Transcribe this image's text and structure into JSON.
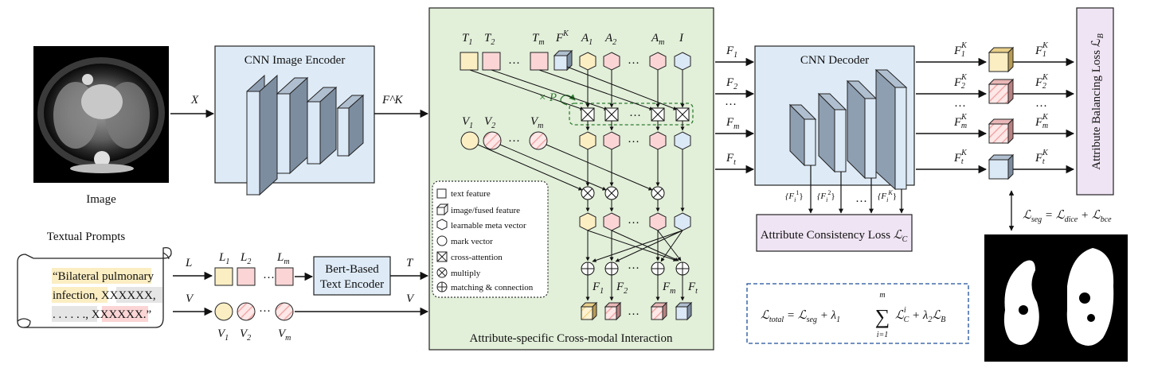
{
  "colors": {
    "encoder_bg": "#deebf7",
    "interaction_bg": "#e2efd9",
    "decoder_bg": "#deebf7",
    "loss_bg": "#efe4f3",
    "text_highlight": "#fbeec3",
    "gray_highlight": "#e5e5e5",
    "pink_highlight": "#fbd5d5",
    "yellow_token": "#fbeec3",
    "pink_token": "#fbd5d5",
    "blue_token": "#dbe8f6",
    "legend_dash": "#1f4e9b",
    "module_border": "#222222",
    "attention_dash": "#2e7d32"
  },
  "input": {
    "caption": "Image",
    "x_label": "X",
    "fk_label": "F^K"
  },
  "encoder": {
    "title": "CNN Image Encoder"
  },
  "prompts": {
    "title": "Textual Prompts",
    "line1": "“Bilateral pulmonary",
    "line2a": "infection",
    "line2b": ", ",
    "line2c": "XXXXXX",
    "line2d": ",",
    "line3a": ". . . . . .",
    "line3b": ", ",
    "line3c": "XXXXXX",
    "line3d": ".”",
    "l_label": "L",
    "v_label": "V"
  },
  "text_encoder": {
    "line1": "Bert-Based",
    "line2": "Text Encoder",
    "t_label": "T",
    "v_label": "V"
  },
  "lvec": [
    "L",
    "L",
    "L"
  ],
  "lvec_sub": [
    "1",
    "2",
    "m"
  ],
  "vvec_sub": [
    "1",
    "2",
    "m"
  ],
  "interaction": {
    "title": "Attribute-specific Cross-modal Interaction",
    "top_tokens": [
      "T",
      "T",
      "T",
      "F",
      "A",
      "A",
      "A",
      "I"
    ],
    "top_subs": [
      "1",
      "2",
      "m",
      "",
      "1",
      "2",
      "m",
      ""
    ],
    "fk_sup": "K",
    "x_p": "× P",
    "v_tokens": [
      "V",
      "V",
      "V"
    ],
    "v_subs": [
      "1",
      "2",
      "m"
    ],
    "f_out": [
      "F",
      "F",
      "F",
      "F"
    ],
    "f_out_subs": [
      "1",
      "2",
      "m",
      "t"
    ],
    "dots": "···"
  },
  "legend": {
    "items": [
      "text feature",
      "image/fused feature",
      "learnable meta vector",
      "mark vector",
      "cross-attention",
      "multiply",
      "matching & connection"
    ]
  },
  "decoder": {
    "title": "CNN Decoder",
    "inputs": [
      "F",
      "F",
      "···",
      "F",
      "F"
    ],
    "input_subs": [
      "1",
      "2",
      "",
      "m",
      "t"
    ],
    "side_labels": [
      "{F",
      "{F",
      "···",
      "{F"
    ],
    "side_sups": [
      "1",
      "2",
      "",
      "K"
    ]
  },
  "consistency": {
    "label": "Attribute Consistency Loss ",
    "symbol": "ℒ",
    "sub": "C"
  },
  "outputs": {
    "left_labels": [
      "F",
      "F",
      "···",
      "F",
      "F"
    ],
    "left_subs": [
      "1",
      "2",
      "",
      "m",
      "t"
    ],
    "sup": "K"
  },
  "balancing": {
    "label": "Attribute Balancing Loss ℒ",
    "sub": "B"
  },
  "seg_loss": {
    "lhs": "ℒ",
    "lhs_sub": "seg",
    "eq": " = ",
    "t1": "ℒ",
    "t1_sub": "dice",
    "plus": " + ",
    "t2": "ℒ",
    "t2_sub": "bce"
  },
  "total_loss": {
    "lhs": "ℒ",
    "lhs_sub": "total",
    "eq": " = ",
    "t1": "ℒ",
    "t1_sub": "seg",
    "plus1": " + λ",
    "lam1": "1",
    "sum_top": "m",
    "sum_bot": "i=1",
    "sigma": "∑",
    "t2": "ℒ",
    "t2_sub": "C",
    "t2_sup": "i",
    "plus2": " + λ",
    "lam2": "2",
    "t3": "ℒ",
    "t3_sub": "B"
  }
}
